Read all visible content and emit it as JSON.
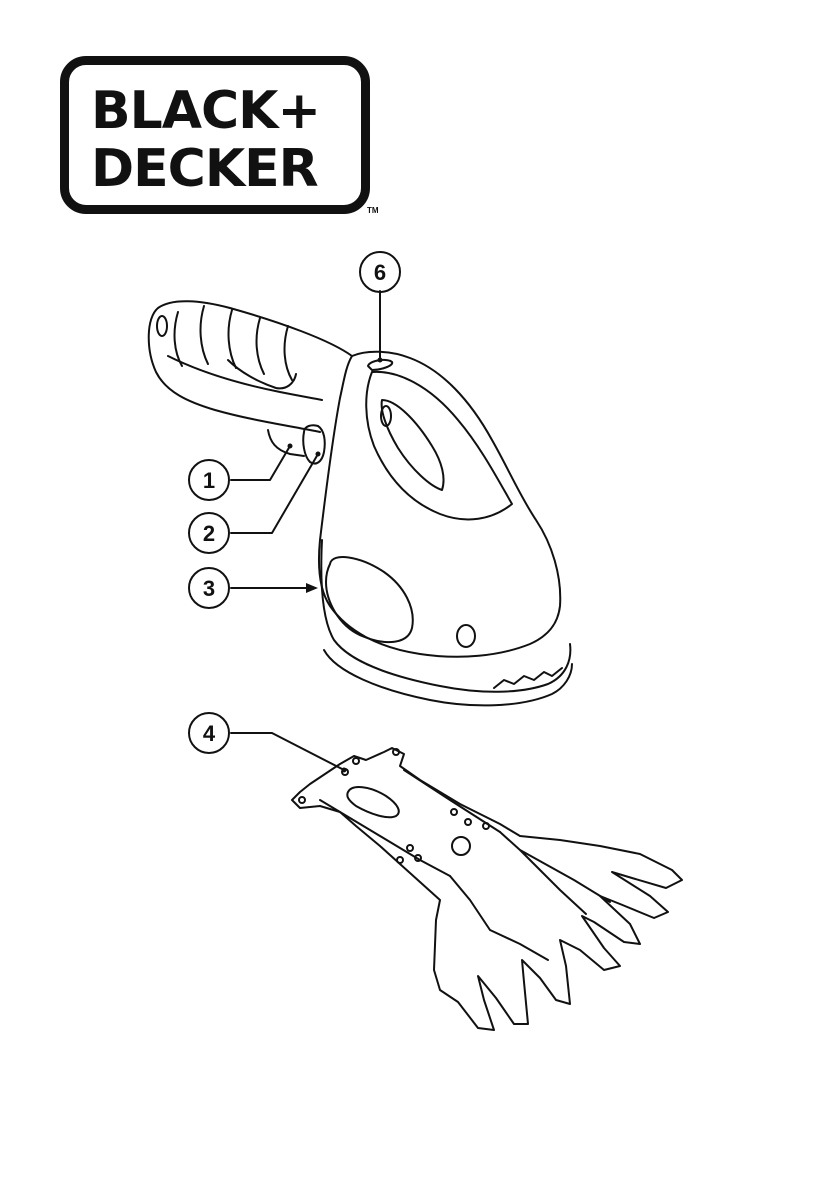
{
  "logo": {
    "line1": "BLACK+",
    "line2": "DECKER",
    "trademark": "TM"
  },
  "callouts": {
    "c1": "1",
    "c2": "2",
    "c3": "3",
    "c4": "4",
    "c6": "6"
  },
  "colors": {
    "ink": "#111111",
    "paper": "#ffffff"
  }
}
